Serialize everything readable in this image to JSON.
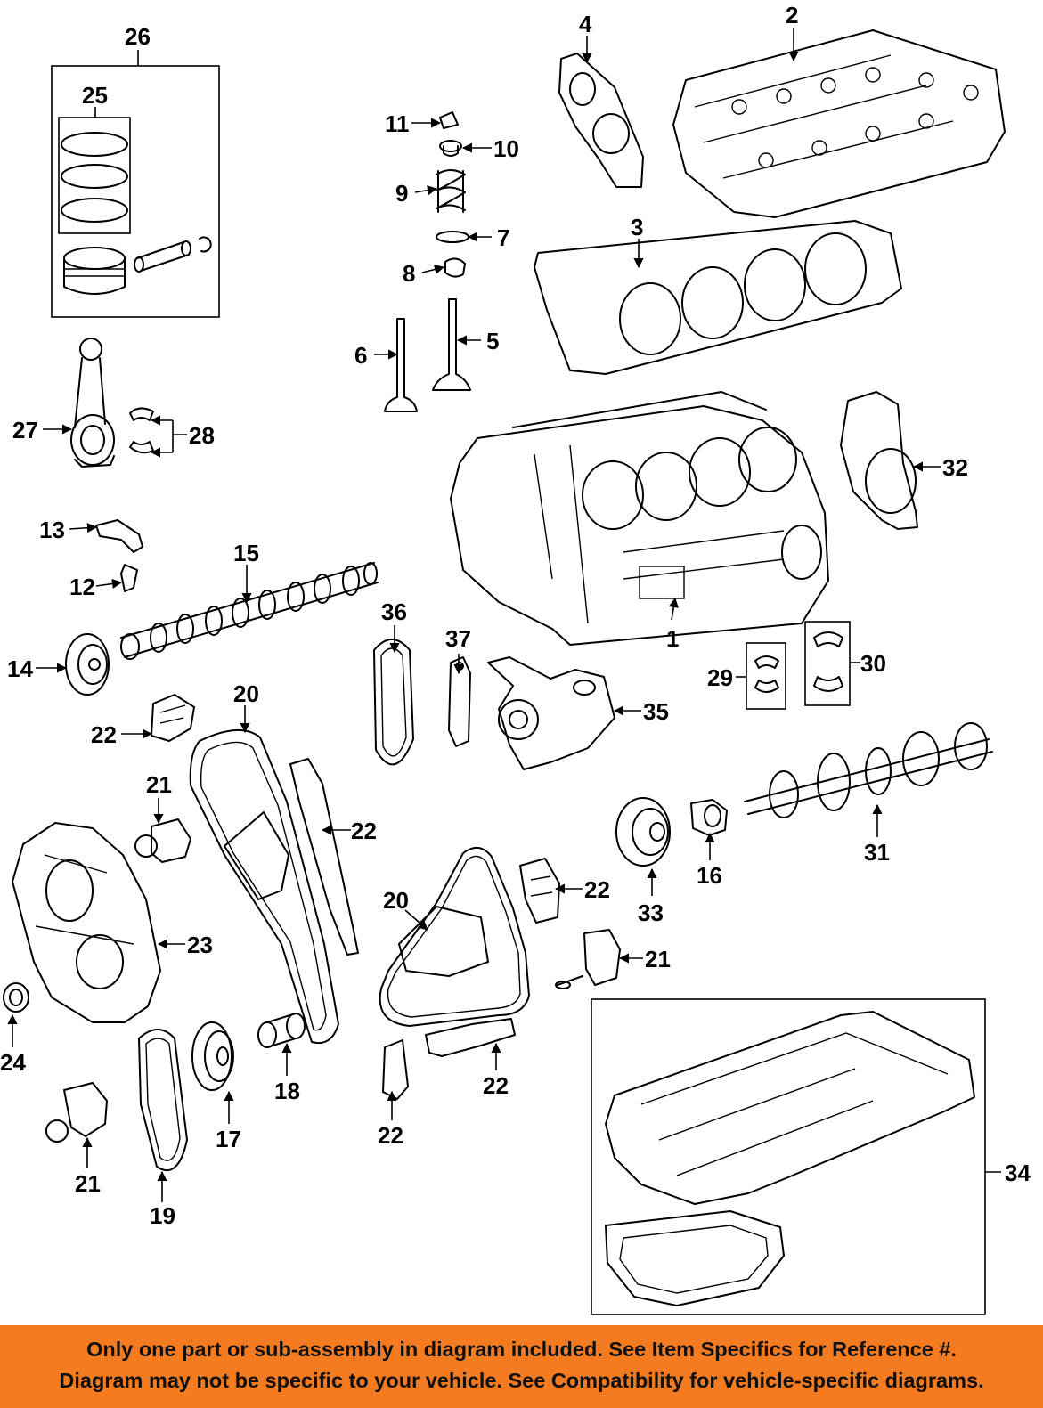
{
  "callouts": {
    "c1": "1",
    "c2": "2",
    "c3": "3",
    "c4": "4",
    "c5": "5",
    "c6": "6",
    "c7": "7",
    "c8": "8",
    "c9": "9",
    "c10": "10",
    "c11": "11",
    "c12": "12",
    "c13": "13",
    "c14": "14",
    "c15": "15",
    "c16": "16",
    "c17": "17",
    "c18": "18",
    "c19": "19",
    "c20": "20",
    "c21": "21",
    "c22": "22",
    "c23": "23",
    "c24": "24",
    "c25": "25",
    "c26": "26",
    "c27": "27",
    "c28": "28",
    "c29": "29",
    "c30": "30",
    "c31": "31",
    "c32": "32",
    "c33": "33",
    "c34": "34",
    "c35": "35",
    "c36": "36",
    "c37": "37"
  },
  "disclaimer": {
    "line1": "Only one part or sub-assembly in diagram included. See Item Specifics for Reference #.",
    "line2": "Diagram may not be specific to your vehicle. See Compatibility for vehicle-specific diagrams."
  },
  "colors": {
    "banner": "#f47b20",
    "ink": "#000000"
  }
}
